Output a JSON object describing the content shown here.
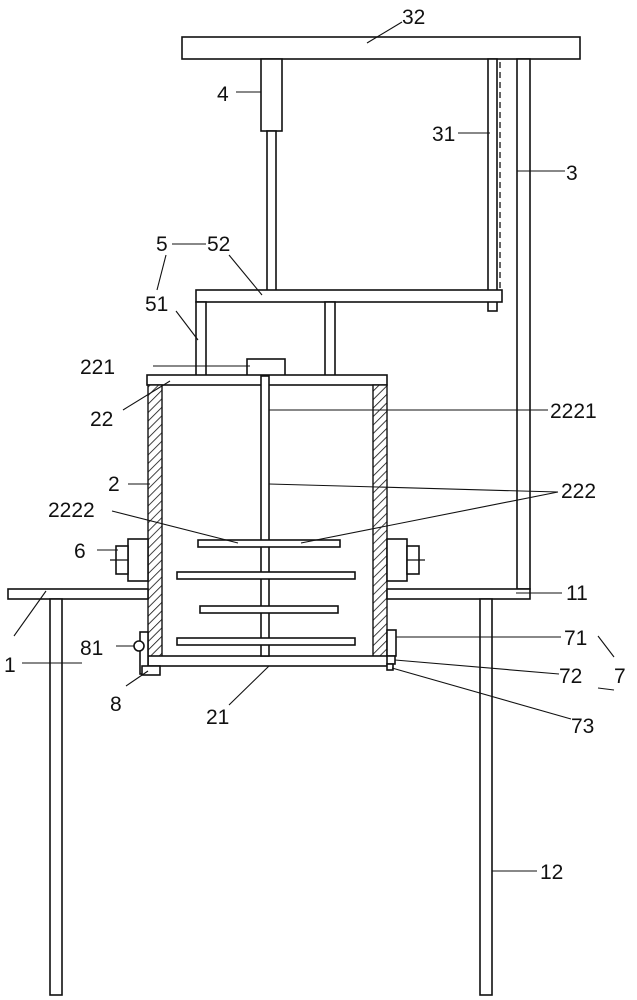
{
  "labels": {
    "l1": "1",
    "l11": "11",
    "l12": "12",
    "l2": "2",
    "l21": "21",
    "l22": "22",
    "l221": "221",
    "l222": "222",
    "l2221": "2221",
    "l2222": "2222",
    "l3": "3",
    "l31": "31",
    "l32": "32",
    "l4": "4",
    "l5": "5",
    "l51": "51",
    "l52": "52",
    "l6": "6",
    "l7": "7",
    "l71": "71",
    "l72": "72",
    "l73": "73",
    "l8": "8",
    "l81": "81"
  }
}
